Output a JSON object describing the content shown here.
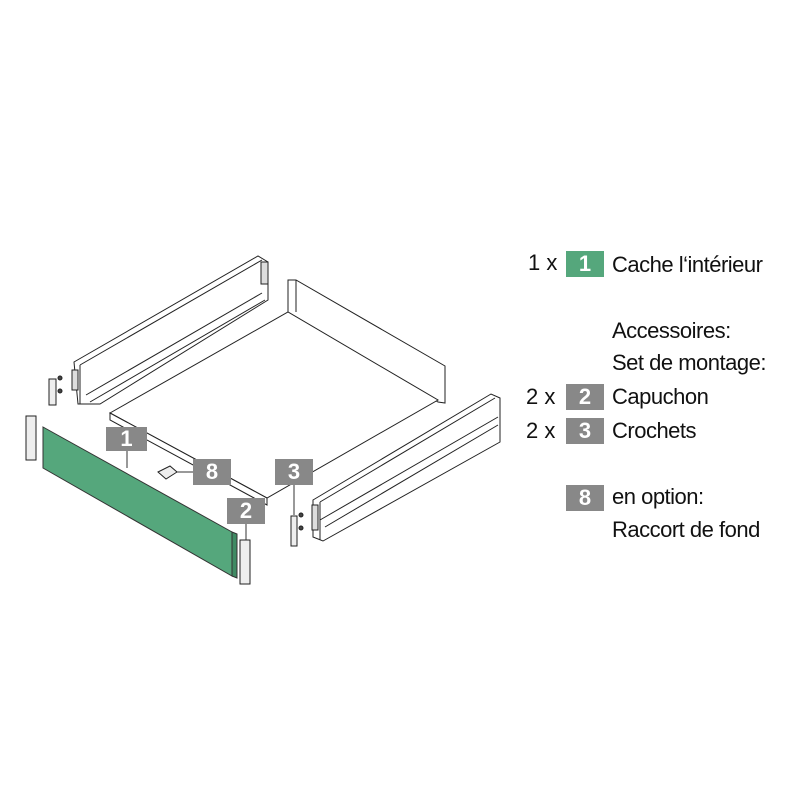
{
  "colors": {
    "accent_green": "#55a77c",
    "badge_gray": "#888888"
  },
  "diagram_labels": [
    "1",
    "8",
    "3",
    "2"
  ],
  "legend": {
    "item1": {
      "qty": "1 x",
      "badge": "1",
      "text": "Cache l‘intérieur"
    },
    "accessories_heading": "Accessoires:",
    "mounting_heading": "Set de montage:",
    "item2": {
      "qty": "2 x",
      "badge": "2",
      "text": "Capuchon"
    },
    "item3": {
      "qty": "2 x",
      "badge": "3",
      "text": "Crochets"
    },
    "item8": {
      "badge": "8",
      "text": "en option:",
      "text2": "Raccort de fond"
    }
  }
}
